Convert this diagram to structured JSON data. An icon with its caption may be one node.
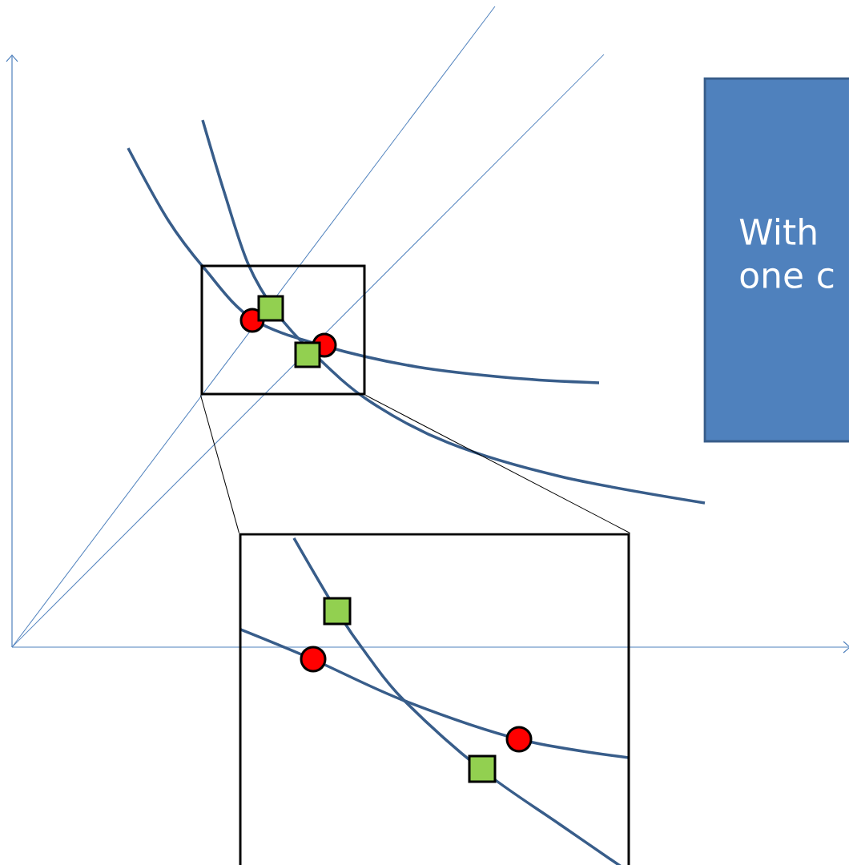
{
  "diagram": {
    "nodes": [
      {
        "text": [],
        "shape": "box"
      },
      {
        "text": [],
        "shape": "box"
      },
      {
        "text": [
          "With one c"
        ]
      }
    ],
    "edges": [
      {
        "from": 0,
        "to": 1,
        "arrow": "none"
      },
      {
        "from": 0,
        "to": 1,
        "arrow": "none"
      }
    ]
  }
}
